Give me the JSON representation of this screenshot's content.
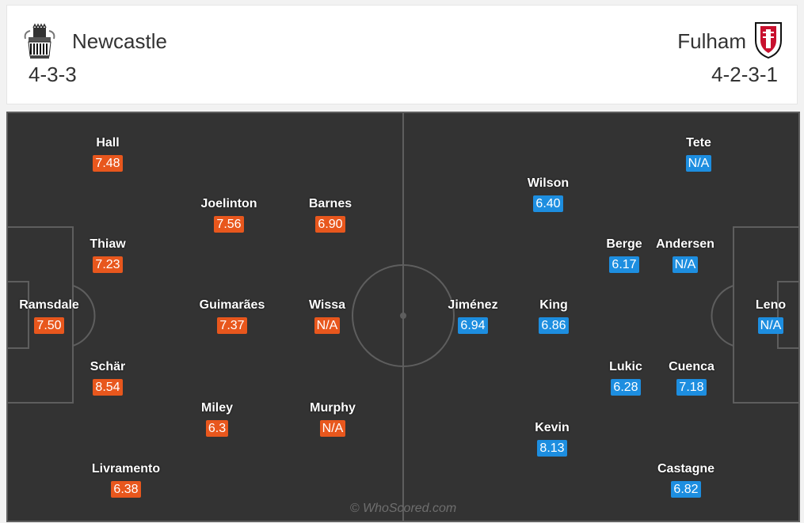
{
  "home": {
    "name": "Newcastle",
    "formation": "4-3-3",
    "players": [
      {
        "name": "Ramsdale",
        "rating": "7.50"
      },
      {
        "name": "Hall",
        "rating": "7.48"
      },
      {
        "name": "Thiaw",
        "rating": "7.23"
      },
      {
        "name": "Schär",
        "rating": "8.54"
      },
      {
        "name": "Livramento",
        "rating": "6.38"
      },
      {
        "name": "Joelinton",
        "rating": "7.56"
      },
      {
        "name": "Guimarães",
        "rating": "7.37"
      },
      {
        "name": "Miley",
        "rating": "6.3"
      },
      {
        "name": "Barnes",
        "rating": "6.90"
      },
      {
        "name": "Wissa",
        "rating": "N/A"
      },
      {
        "name": "Murphy",
        "rating": "N/A"
      }
    ]
  },
  "away": {
    "name": "Fulham",
    "formation": "4-2-3-1",
    "players": [
      {
        "name": "Leno",
        "rating": "N/A"
      },
      {
        "name": "Tete",
        "rating": "N/A"
      },
      {
        "name": "Andersen",
        "rating": "N/A"
      },
      {
        "name": "Cuenca",
        "rating": "7.18"
      },
      {
        "name": "Castagne",
        "rating": "6.82"
      },
      {
        "name": "Berge",
        "rating": "6.17"
      },
      {
        "name": "Lukic",
        "rating": "6.28"
      },
      {
        "name": "Wilson",
        "rating": "6.40"
      },
      {
        "name": "King",
        "rating": "6.86"
      },
      {
        "name": "Kevin",
        "rating": "8.13"
      },
      {
        "name": "Jiménez",
        "rating": "6.94"
      }
    ]
  },
  "colors": {
    "home_rating": "#e8571d",
    "away_rating": "#1d8ee0",
    "pitch": "#333333"
  },
  "watermark": "© WhoScored.com"
}
